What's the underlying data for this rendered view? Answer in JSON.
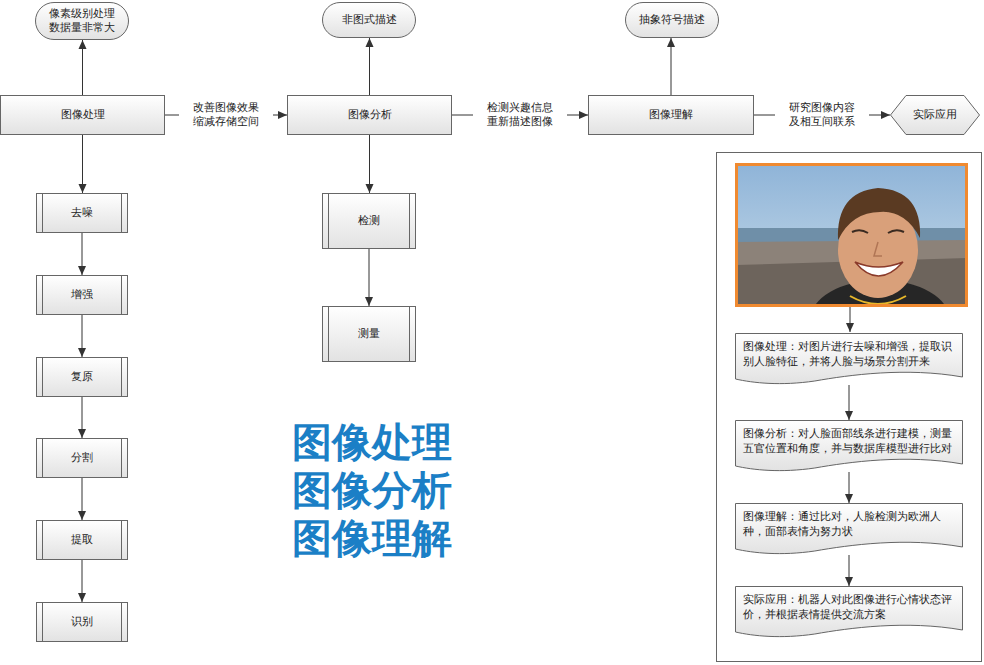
{
  "diagram": {
    "nodes": [
      {
        "text": [
          "像素级别处理 数据量非常大"
        ]
      },
      {
        "text": [
          "非图式描述"
        ]
      },
      {
        "text": [
          "抽象符号描述"
        ]
      },
      {
        "text": [
          "图像处理"
        ]
      },
      {
        "text": [
          "图像分析"
        ]
      },
      {
        "text": [
          "图像理解"
        ]
      },
      {
        "text": [
          "实际应用"
        ]
      },
      {
        "text": [
          "去噪"
        ]
      },
      {
        "text": [
          "增强"
        ]
      },
      {
        "text": [
          "复原"
        ]
      },
      {
        "text": [
          "分割"
        ]
      },
      {
        "text": [
          "提取"
        ]
      },
      {
        "text": [
          "识别"
        ]
      },
      {
        "text": [
          "检测"
        ]
      },
      {
        "text": [
          "测量"
        ]
      },
      {
        "text": [
          "图像处理：对图片进行去噪和增强，提取识别人脸特征，并将人脸与场景分割开来"
        ]
      },
      {
        "text": [
          "图像分析：对人脸面部线条进行建模，测量五官位置和角度，并与数据库模型进行比对"
        ]
      },
      {
        "text": [
          "图像理解：通过比对，人脸检测为欧洲人种，面部表情为努力状"
        ]
      },
      {
        "text": [
          "实际应用：机器人对此图像进行心情状态评价，并根据表情提供交流方案"
        ]
      }
    ],
    "edges": [
      {
        "from": 3,
        "to": 0,
        "arrow": "to"
      },
      {
        "from": 3,
        "to": 4,
        "label": "改善图像效果 缩减存储空间",
        "arrow": "to"
      },
      {
        "from": 4,
        "to": 1,
        "arrow": "to"
      },
      {
        "from": 4,
        "to": 5,
        "label": "检测兴趣信息 重新描述图像",
        "arrow": "to"
      },
      {
        "from": 5,
        "to": 2,
        "arrow": "to"
      },
      {
        "from": 5,
        "to": 6,
        "label": "研究图像内容 及相互间联系",
        "arrow": "to"
      },
      {
        "from": 3,
        "to": 7,
        "arrow": "to"
      },
      {
        "from": 7,
        "to": 8,
        "arrow": "to"
      },
      {
        "from": 8,
        "to": 9,
        "arrow": "to"
      },
      {
        "from": 9,
        "to": 10,
        "arrow": "to"
      },
      {
        "from": 10,
        "to": 11,
        "arrow": "to"
      },
      {
        "from": 11,
        "to": 12,
        "arrow": "to"
      },
      {
        "from": 4,
        "to": 13,
        "arrow": "to"
      },
      {
        "from": 13,
        "to": 14,
        "arrow": "to"
      },
      {
        "from": 15,
        "to": 16,
        "arrow": "to"
      },
      {
        "from": 16,
        "to": 17,
        "arrow": "to"
      },
      {
        "from": 17,
        "to": 18,
        "arrow": "to"
      }
    ],
    "labels": [
      "图像处理",
      "图像分析",
      "图像理解"
    ]
  }
}
